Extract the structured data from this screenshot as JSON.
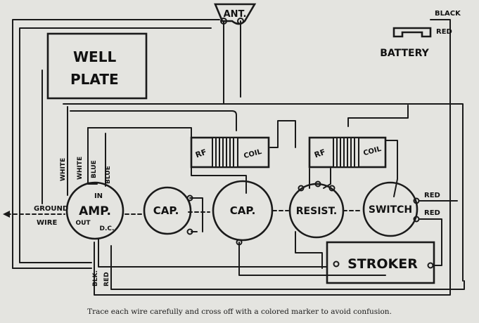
{
  "labels": {
    "antenna": "ANT.",
    "well_plate_line1": "WELL",
    "well_plate_line2": "PLATE",
    "battery": "BATTERY",
    "battery_black": "BLACK",
    "battery_red": "RED",
    "rf": "RF",
    "coil": "COIL",
    "amp": "AMP.",
    "amp_in": "IN",
    "amp_out": "OUT",
    "amp_dc": "D.C.",
    "cap": "CAP.",
    "resist": "RESIST.",
    "switch": "SWITCH",
    "stroker": "STROKER",
    "ground_line1": "GROUND",
    "ground_line2": "WIRE",
    "white": "WHITE",
    "blue": "BLUE",
    "blk": "BLK.",
    "red": "RED"
  },
  "caption": "Trace each wire carefully and cross off with a colored marker to avoid confusion."
}
